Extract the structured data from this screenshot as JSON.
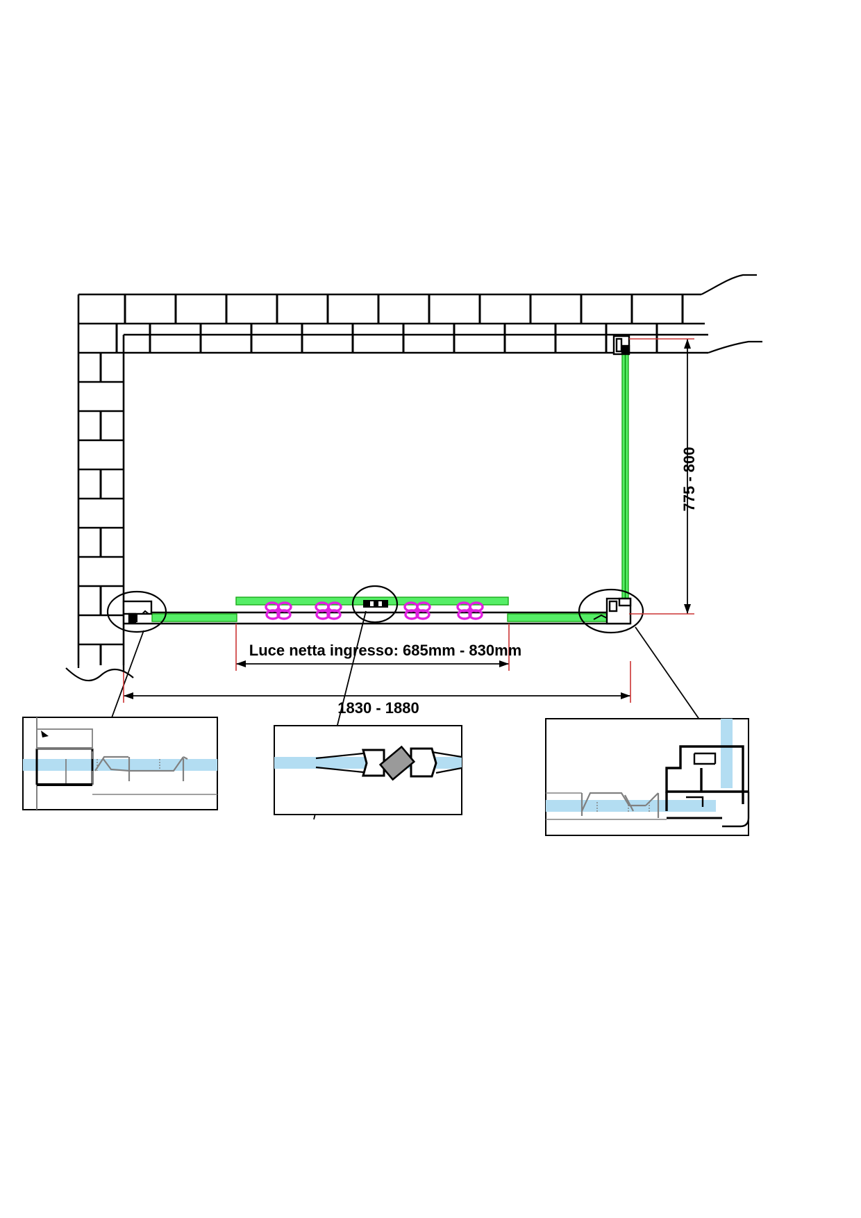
{
  "drawing": {
    "type": "technical-cad-plan",
    "title": "Sliding shower enclosure plan view",
    "language": "it"
  },
  "dimensions": {
    "depth_label": "775 - 800",
    "width_label": "1830 - 1880",
    "entry_label": "Luce netta ingresso: 685mm - 830mm"
  },
  "colors": {
    "glass_plan": "#33dd33",
    "glass_section": "#b3ddf2",
    "roller": "#e020e0",
    "outline": "#000000",
    "dim_tick": "#cc3333",
    "profile_grey": "#808080",
    "seal_grey": "#9a9a9a"
  },
  "details": {
    "left": {
      "name": "wall-profile-left-section"
    },
    "middle": {
      "name": "magnetic-seal-section"
    },
    "right": {
      "name": "wall-profile-right-section"
    }
  },
  "callouts": {
    "left_circle": "detail-circle-left",
    "middle_circle": "detail-circle-middle",
    "right_circle": "detail-circle-right"
  }
}
